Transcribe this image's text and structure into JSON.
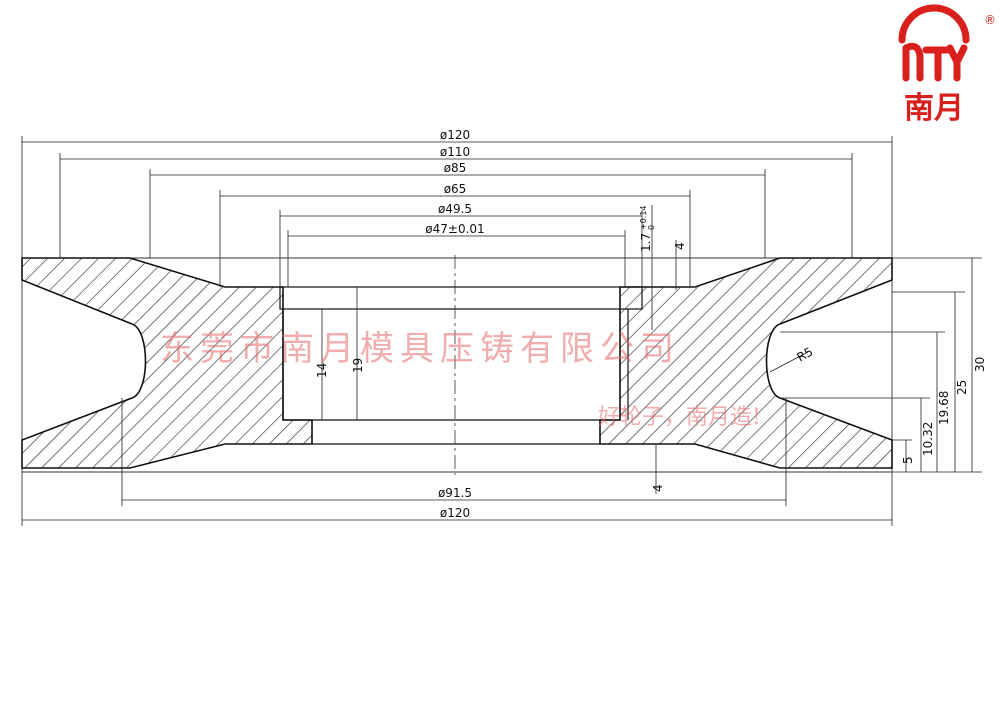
{
  "brand": {
    "name": "南月",
    "registered_mark": "®",
    "color": "#d9201c"
  },
  "watermark": {
    "company": "东莞市南月模具压铸有限公司",
    "slogan": "好轮子，南月造!",
    "color": "#e46a6a"
  },
  "dimensions": {
    "top_outer": "ø120",
    "top_flange": "ø110",
    "groove_inner": "ø85",
    "hub_outer": "ø65",
    "bearing_seat": "ø49.5",
    "bore": "ø47±0.01",
    "groove_tol_base": "1.7",
    "groove_tol_upper": "+0.14",
    "groove_tol_lower": "0",
    "top_offset": "4",
    "bottom_offset": "4",
    "bore_depth_14": "14",
    "bore_depth_19": "19",
    "radius": "R5",
    "h_30": "30",
    "h_25": "25",
    "h_19_68": "19.68",
    "h_10_32": "10.32",
    "h_5": "5",
    "bottom_inner": "ø91.5",
    "bottom_outer": "ø120"
  }
}
